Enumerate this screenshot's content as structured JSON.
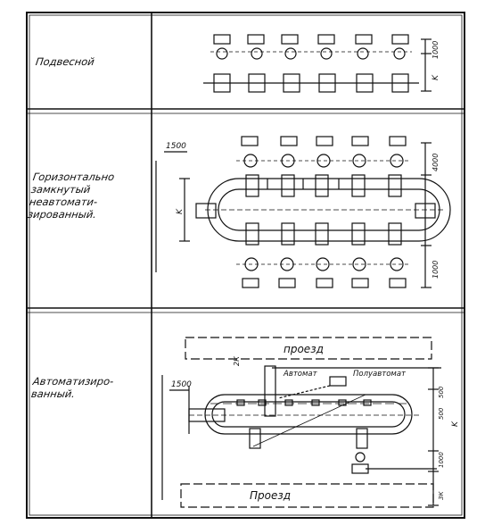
{
  "rows": [
    {
      "label_lines": [
        "Подвесной"
      ],
      "dims": {
        "vertical": "1000",
        "k": "K"
      }
    },
    {
      "label_lines": [
        "Горизонтально",
        "замкнутый",
        "неавтомати-",
        "зированный."
      ],
      "dims": {
        "left": "1500",
        "k": "K",
        "top": "4000",
        "bottom": "1000"
      }
    },
    {
      "label_lines": [
        "Автоматизиро-",
        "ванный."
      ],
      "dims": {
        "left": "1500",
        "passage_top": "проезд",
        "passage_bottom": "Проезд",
        "automat": "Автомат",
        "semi_automat": "Полуавтомат",
        "small_top": "500",
        "mid": "500",
        "bottom_1": "1000",
        "bottom_2": "3К",
        "k": "K",
        "width": "2К"
      }
    }
  ]
}
